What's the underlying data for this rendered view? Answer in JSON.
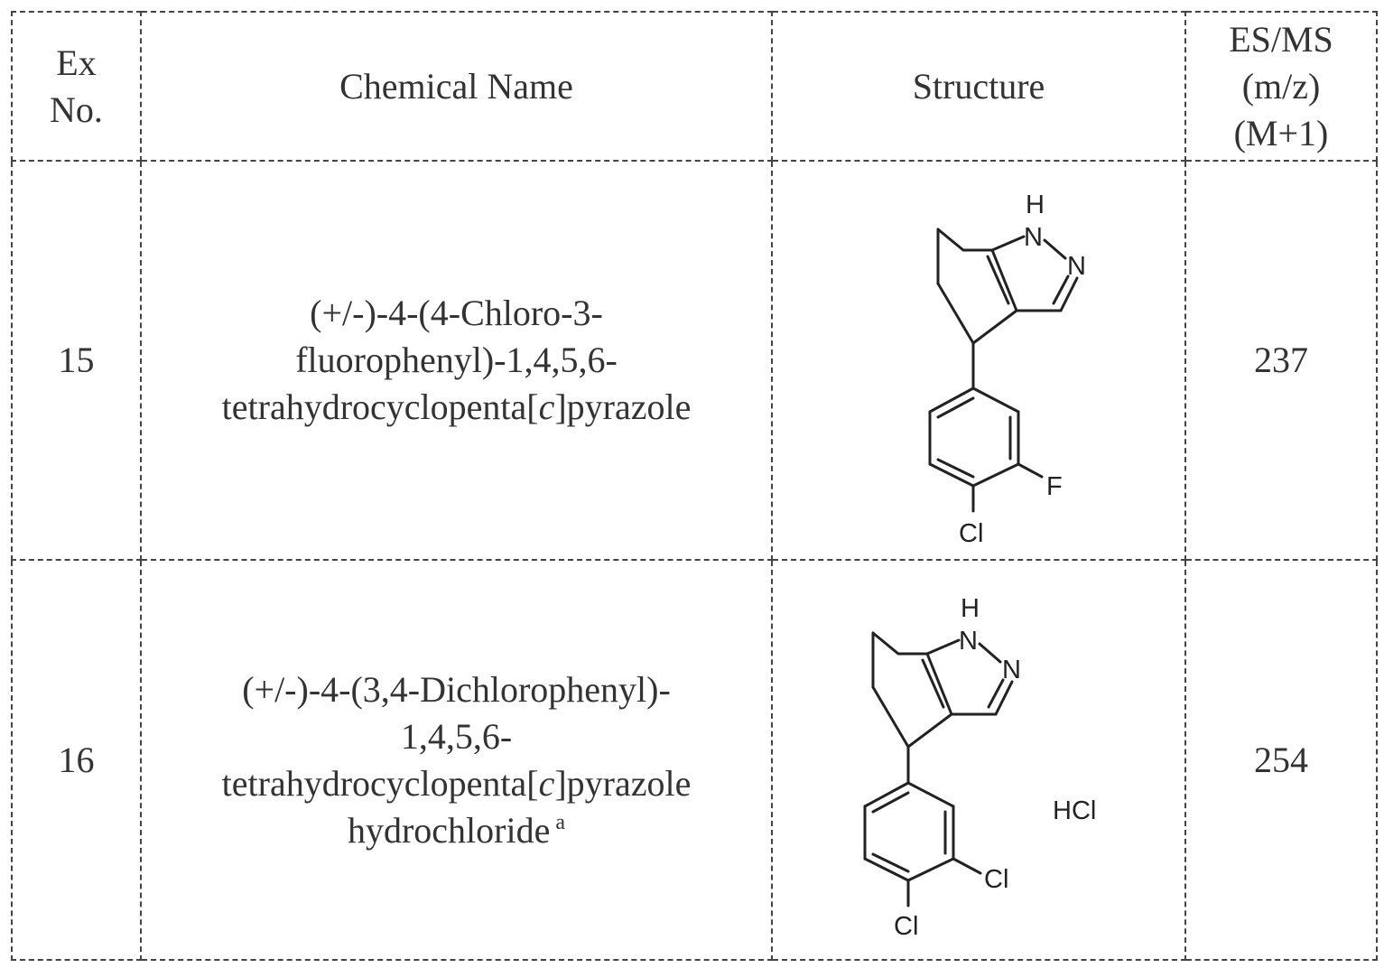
{
  "header": {
    "ex_no": [
      "Ex",
      "No."
    ],
    "chemical_name": "Chemical Name",
    "structure": "Structure",
    "esms": [
      "ES/MS",
      "(m/z)",
      "(M+1)"
    ]
  },
  "rows": [
    {
      "ex_no": "15",
      "name_lines": [
        "(+/-)-4-(4-Chloro-3-",
        "fluorophenyl)-1,4,5,6-",
        "tetrahydrocyclopenta[",
        "c",
        "]pyrazole"
      ],
      "structure_atoms": {
        "h": "H",
        "n1": "N",
        "n2": "N",
        "sub1": "F",
        "sub2": "Cl"
      },
      "esms": "237"
    },
    {
      "ex_no": "16",
      "name_lines": [
        "(+/-)-4-(3,4-Dichlorophenyl)-",
        "1,4,5,6-",
        "tetrahydrocyclopenta[",
        "c",
        "]pyrazole",
        "hydrochloride",
        "a"
      ],
      "structure_atoms": {
        "h": "H",
        "n1": "N",
        "n2": "N",
        "sub1": "Cl",
        "sub2": "Cl",
        "salt": "HCl"
      },
      "esms": "254"
    }
  ]
}
